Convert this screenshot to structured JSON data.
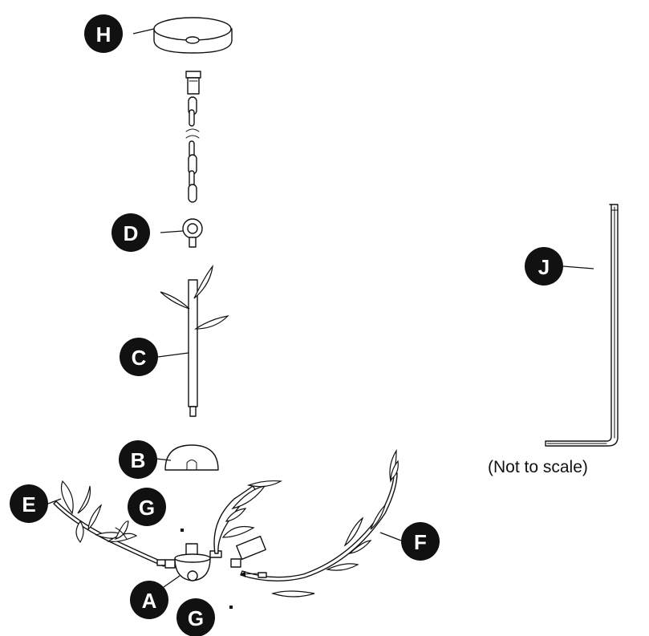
{
  "parts": [
    {
      "id": "H",
      "label": "H"
    },
    {
      "id": "D",
      "label": "D"
    },
    {
      "id": "C",
      "label": "C"
    },
    {
      "id": "B",
      "label": "B"
    },
    {
      "id": "E",
      "label": "E"
    },
    {
      "id": "G1",
      "label": "G"
    },
    {
      "id": "F",
      "label": "F"
    },
    {
      "id": "A",
      "label": "A"
    },
    {
      "id": "G2",
      "label": "G"
    },
    {
      "id": "J",
      "label": "J"
    }
  ],
  "note": "(Not to scale)",
  "colors": {
    "ink": "#111111",
    "background": "#ffffff"
  }
}
